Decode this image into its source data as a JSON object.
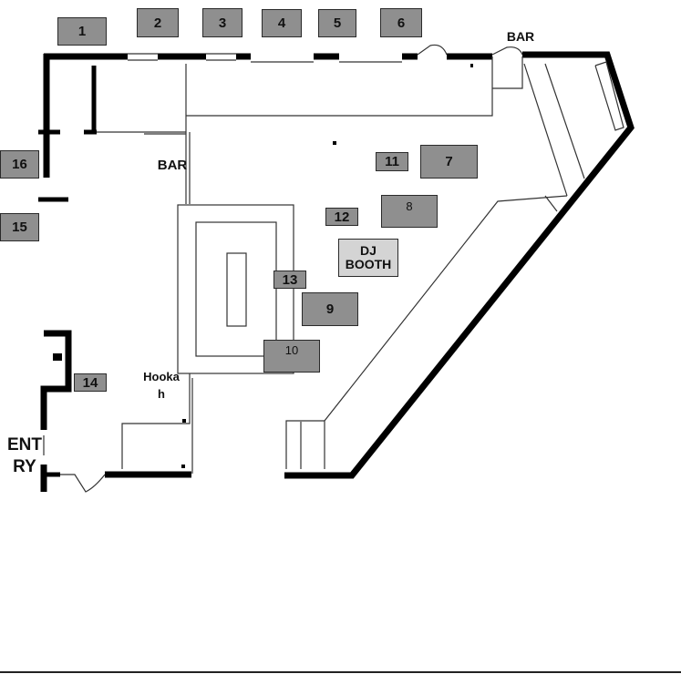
{
  "tables": [
    {
      "id": "1",
      "label": "1"
    },
    {
      "id": "2",
      "label": "2"
    },
    {
      "id": "3",
      "label": "3"
    },
    {
      "id": "4",
      "label": "4"
    },
    {
      "id": "5",
      "label": "5"
    },
    {
      "id": "6",
      "label": "6"
    },
    {
      "id": "7",
      "label": "7"
    },
    {
      "id": "8",
      "label": "8"
    },
    {
      "id": "9",
      "label": "9"
    },
    {
      "id": "10",
      "label": "10"
    },
    {
      "id": "11",
      "label": "11"
    },
    {
      "id": "12",
      "label": "12"
    },
    {
      "id": "13",
      "label": "13"
    },
    {
      "id": "14",
      "label": "14"
    },
    {
      "id": "15",
      "label": "15"
    },
    {
      "id": "16",
      "label": "16"
    }
  ],
  "dj_booth": {
    "line1": "DJ",
    "line2": "BOOTH"
  },
  "labels": {
    "bar_top": "BAR",
    "bar_left": "BAR",
    "hookah_line1": "Hooka",
    "hookah_line2": "h",
    "entry_line1": "ENT",
    "entry_line2": "RY"
  },
  "colors": {
    "wall": "#000000",
    "table": "#8f8f8f",
    "dj_booth": "#d4d4d4",
    "line": "#333333"
  }
}
